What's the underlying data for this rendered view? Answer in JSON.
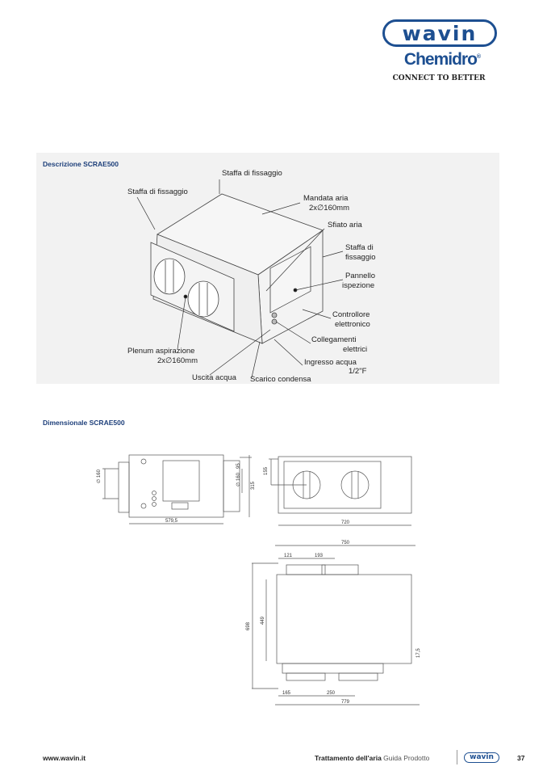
{
  "header": {
    "logo_text": "wavin",
    "brand": "Chemidro",
    "brand_mark": "®",
    "tagline": "CONNECT TO BETTER"
  },
  "section1": {
    "title": "Descrizione SCRAE500",
    "labels": {
      "staffa_top": "Staffa di fissaggio",
      "staffa_left": "Staffa di fissaggio",
      "mandata_1": "Mandata aria",
      "mandata_2": "2x∅160mm",
      "sfiato": "Sfiato aria",
      "staffa_right_1": "Staffa di",
      "staffa_right_2": "fissaggio",
      "pannello_1": "Pannello",
      "pannello_2": "ispezione",
      "controllore_1": "Controllore",
      "controllore_2": "elettronico",
      "collegamenti_1": "Collegamenti",
      "collegamenti_2": "elettrici",
      "ingresso_1": "Ingresso acqua",
      "ingresso_2": "1/2\"F",
      "plenum_1": "Plenum aspirazione",
      "plenum_2": "2x∅160mm",
      "uscita": "Uscita acqua",
      "scarico": "Scarico condensa"
    }
  },
  "section2": {
    "title": "Dimensionale SCRAE500",
    "dims": {
      "d160_left": "∅ 160",
      "d160_right": "∅ 160",
      "d95": "95",
      "d315": "315",
      "d579": "579,5",
      "d155": "155",
      "d720": "720",
      "d750": "750",
      "d121": "121",
      "d193": "193",
      "d698": "698",
      "d449": "449",
      "d175": "17,5",
      "d165": "165",
      "d250": "250",
      "d779": "779"
    }
  },
  "footer": {
    "website": "www.wavin.it",
    "section_bold": "Trattamento dell'aria",
    "section_light": "Guida Prodotto",
    "logo_text": "wavin",
    "page_number": "37"
  }
}
